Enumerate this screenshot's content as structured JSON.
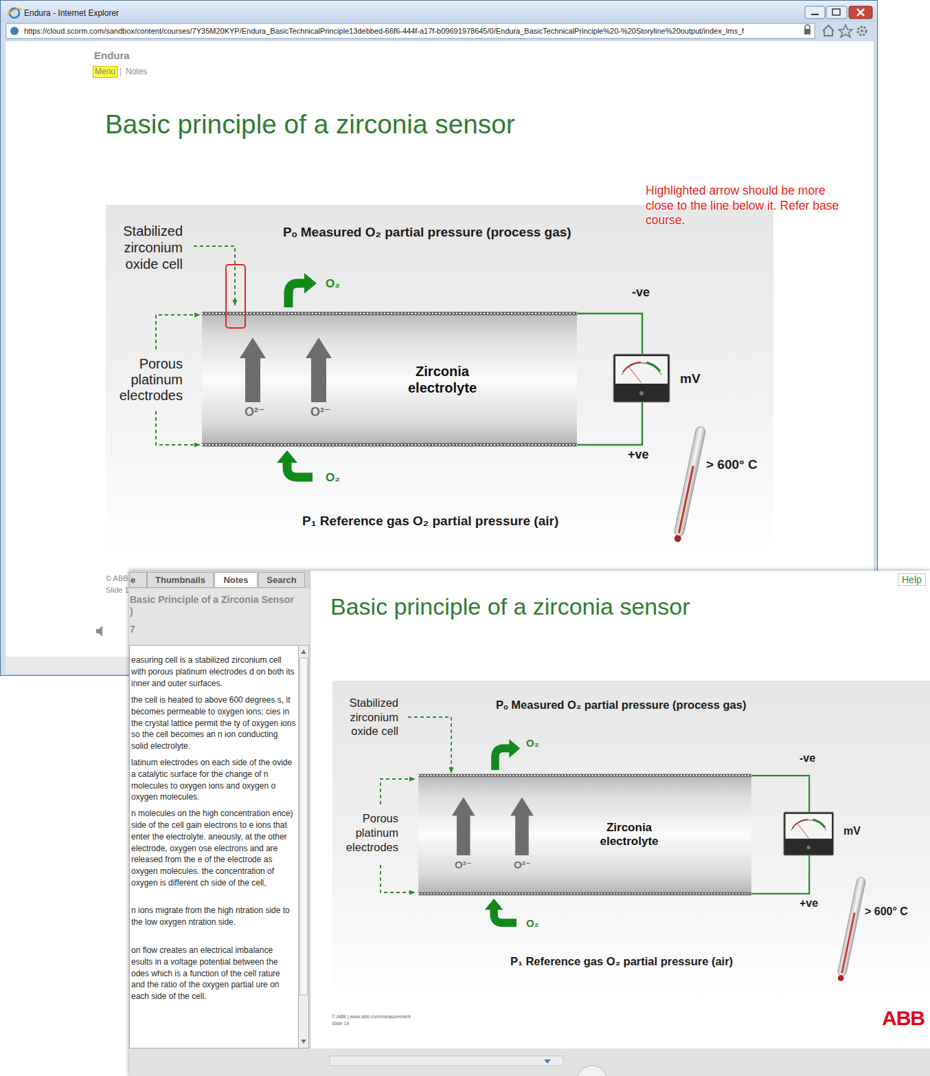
{
  "diagram": {
    "title": "Basic principle of a zirconia sensor",
    "nodes": [
      {
        "text": [
          "Menu"
        ]
      },
      {
        "text": [
          "Zirconia electrolyte"
        ]
      },
      {
        "text": [
          "e"
        ]
      },
      {
        "text": [
          "Thumbnails"
        ]
      },
      {
        "text": [
          "Notes"
        ]
      },
      {
        "text": [
          "Search"
        ]
      },
      {
        "text": [
          "Help"
        ]
      },
      {
        "text": [
          "Zirconia electrolyte"
        ]
      }
    ],
    "labels": [
      "Endura - Internet Explorer",
      "https://cloud.scorm.com/sandbox/content/courses/7Y35M20KYP/Endura_BasicTechnicalPrinciple13debbed-66f6-444f-a17f-b09691978645/0/Endura_BasicTechnicalPrinciple%20-%20Storyline%20output/index_lms_f",
      "Endura",
      "|",
      "Notes",
      "Highlighted arrow should be more close to the line below it. Refer base course.",
      "Stabilized zirconium oxide cell",
      "Pₒ Measured O₂ partial pressure (process gas)",
      "O₂",
      "-ve",
      "Porous platinum electrodes",
      "O²⁻",
      "O²⁻",
      "mV",
      "+ve",
      "O₂",
      "> 600° C",
      "P₁ Reference gas O₂ partial pressure (air)",
      "© ABB",
      "Slide 1",
      "Basic Principle of a Zirconia Sensor",
      ")",
      "7",
      "easuring cell is a stabilized zirconium cell with porous platinum electrodes d on both its inner and outer surfaces.",
      "the cell is heated to above 600 degrees s, it becomes permeable to oxygen ions; cies in the crystal lattice permit the ty of oxygen ions so the cell becomes an n ion conducting solid electrolyte.",
      "latinum electrodes on each side of the ovide a catalytic surface for the change of n molecules to oxygen ions and oxygen o oxygen molecules.",
      "n molecules on the high concentration ence) side of the cell gain electrons to e ions that enter the electrolyte. aneously, at the other electrode, oxygen ose electrons and are released from the e of the electrode as oxygen molecules. the concentration of oxygen is different ch side of the cell,",
      "n ions migrate from the high ntration side to the low oxygen ntration side.",
      "on flow creates an electrical imbalance esults in a voltage potential between the odes which is a function of the cell rature and the ratio of the oxygen partial ure on each side of the cell.",
      "Basic principle of a zirconia sensor",
      "Stabilized zirconium oxide cell",
      "Pₒ Measured O₂ partial pressure (process gas)",
      "O₂",
      "-ve",
      "Porous platinum electrodes",
      "O²⁻",
      "O²⁻",
      "mV",
      "+ve",
      "O₂",
      "> 600° C",
      "P₁ Reference gas O₂ partial pressure (air)",
      "© ABB | www.abb.com/measurement",
      "Slide 14",
      "ABB"
    ]
  }
}
